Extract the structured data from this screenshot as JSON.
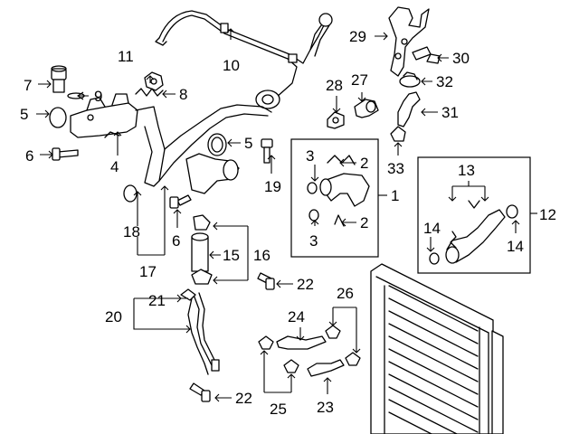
{
  "callouts": [
    {
      "id": "c1",
      "text": "1"
    },
    {
      "id": "c2a",
      "text": "2"
    },
    {
      "id": "c2b",
      "text": "2"
    },
    {
      "id": "c3a",
      "text": "3"
    },
    {
      "id": "c3b",
      "text": "3"
    },
    {
      "id": "c4",
      "text": "4"
    },
    {
      "id": "c5a",
      "text": "5"
    },
    {
      "id": "c5b",
      "text": "5"
    },
    {
      "id": "c6a",
      "text": "6"
    },
    {
      "id": "c6b",
      "text": "6"
    },
    {
      "id": "c7",
      "text": "7"
    },
    {
      "id": "c8",
      "text": "8"
    },
    {
      "id": "c9",
      "text": "9"
    },
    {
      "id": "c10",
      "text": "10"
    },
    {
      "id": "c11",
      "text": "11"
    },
    {
      "id": "c12",
      "text": "12"
    },
    {
      "id": "c13",
      "text": "13"
    },
    {
      "id": "c14a",
      "text": "14"
    },
    {
      "id": "c14b",
      "text": "14"
    },
    {
      "id": "c15",
      "text": "15"
    },
    {
      "id": "c16",
      "text": "16"
    },
    {
      "id": "c17",
      "text": "17"
    },
    {
      "id": "c18",
      "text": "18"
    },
    {
      "id": "c19",
      "text": "19"
    },
    {
      "id": "c20",
      "text": "20"
    },
    {
      "id": "c21",
      "text": "21"
    },
    {
      "id": "c22a",
      "text": "22"
    },
    {
      "id": "c22b",
      "text": "22"
    },
    {
      "id": "c23",
      "text": "23"
    },
    {
      "id": "c24",
      "text": "24"
    },
    {
      "id": "c25",
      "text": "25"
    },
    {
      "id": "c26",
      "text": "26"
    },
    {
      "id": "c27",
      "text": "27"
    },
    {
      "id": "c28",
      "text": "28"
    },
    {
      "id": "c29",
      "text": "29"
    },
    {
      "id": "c30",
      "text": "30"
    },
    {
      "id": "c31",
      "text": "31"
    },
    {
      "id": "c32",
      "text": "32"
    },
    {
      "id": "c33",
      "text": "33"
    }
  ]
}
